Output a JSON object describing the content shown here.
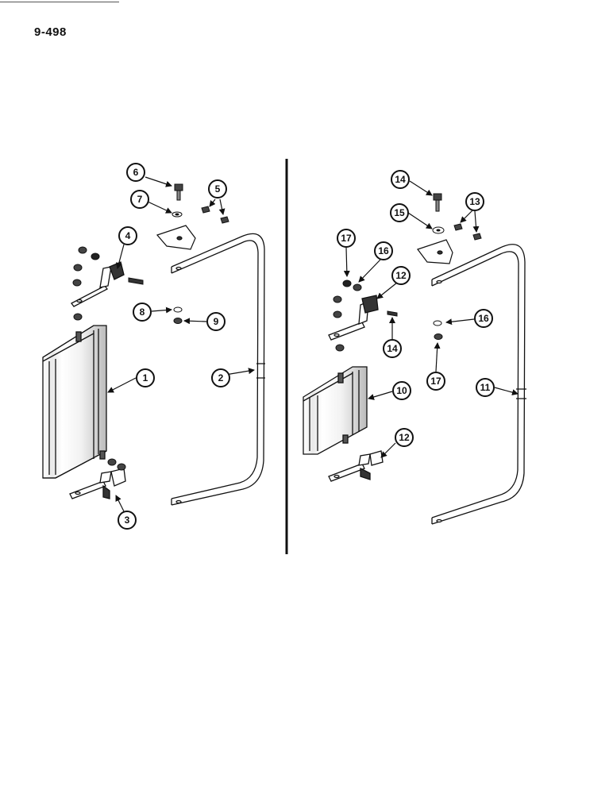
{
  "page_number": "9-498",
  "callouts": {
    "c1": "1",
    "c2": "2",
    "c3": "3",
    "c4": "4",
    "c5": "5",
    "c6": "6",
    "c7": "7",
    "c8": "8",
    "c9": "9",
    "c10": "10",
    "c11": "11",
    "c12a": "12",
    "c12b": "12",
    "c13": "13",
    "c14a": "14",
    "c14b": "14",
    "c15": "15",
    "c16a": "16",
    "c16b": "16",
    "c17a": "17",
    "c17b": "17"
  }
}
